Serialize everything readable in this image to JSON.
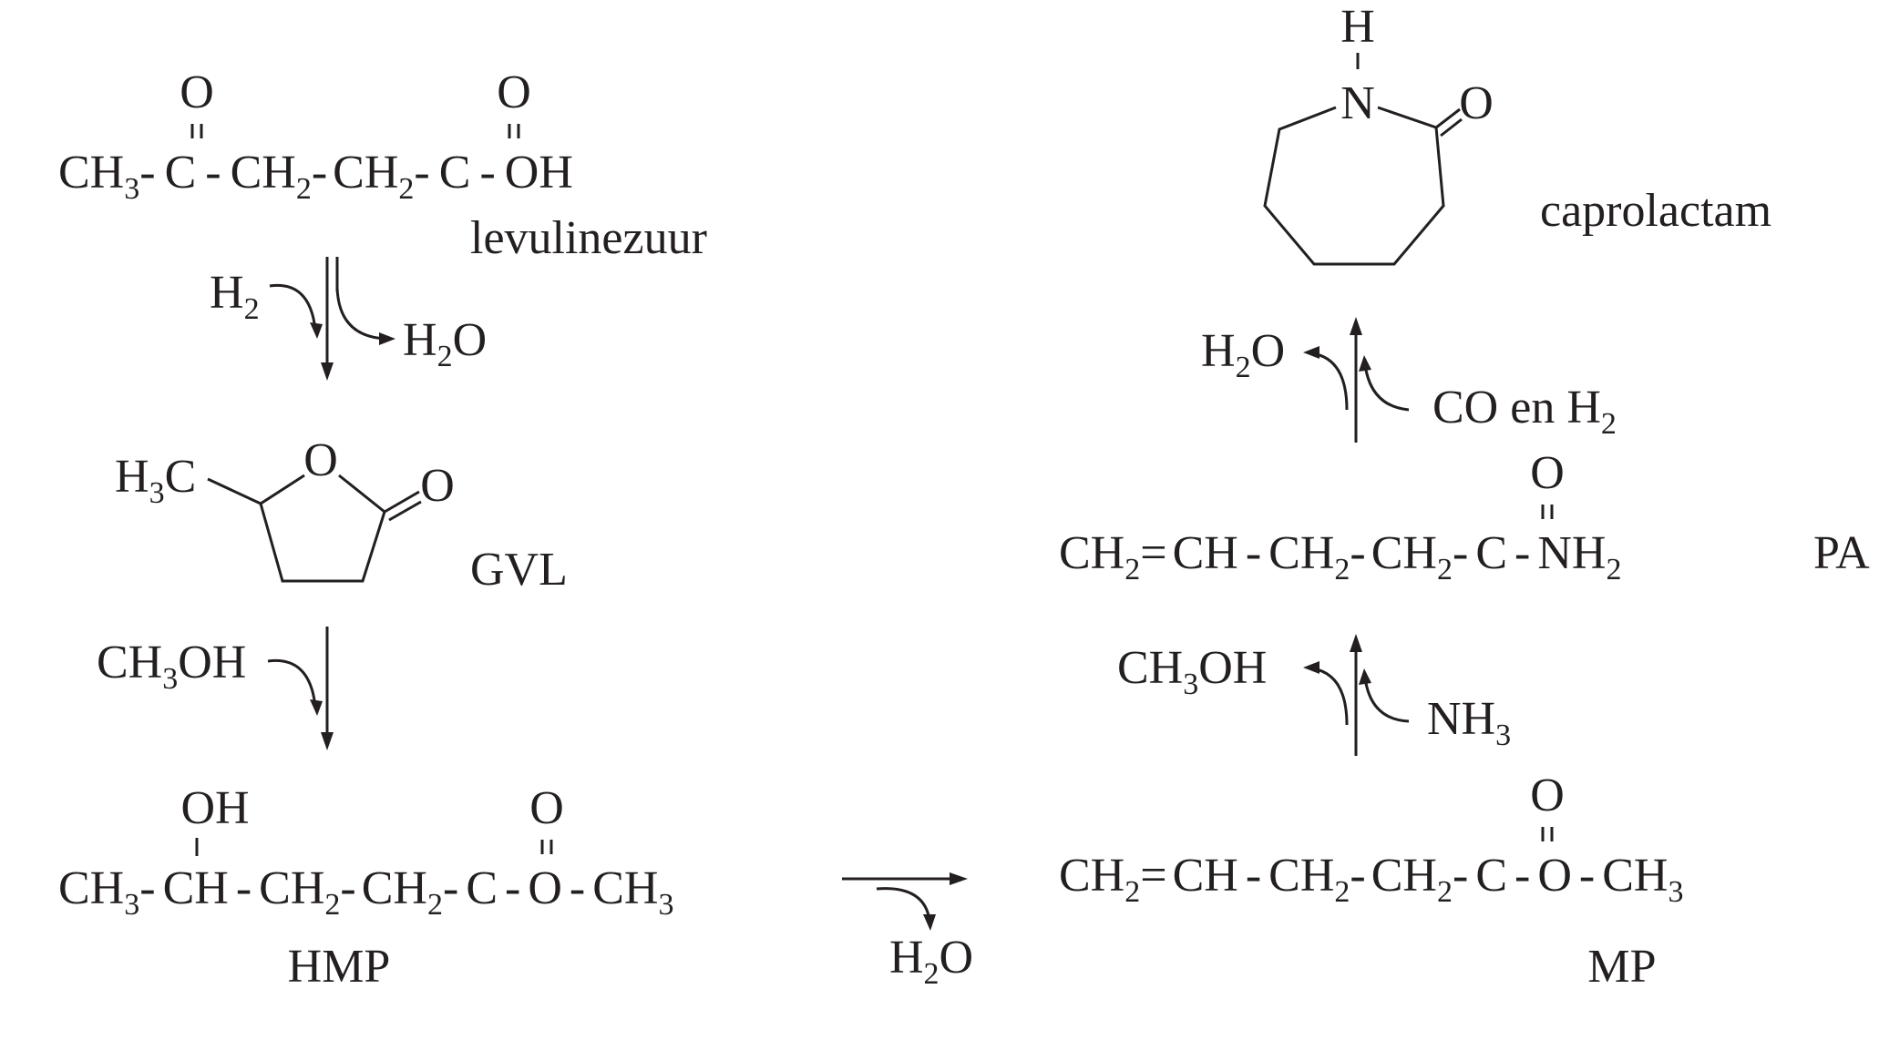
{
  "levulinezuur": {
    "name": "levulinezuur",
    "chain": [
      "CH",
      "3",
      "-",
      "C",
      "-",
      "CH",
      "2",
      "-",
      "CH",
      "2",
      "-",
      "C",
      "-",
      "OH"
    ],
    "keto_o": "O",
    "acid_o": "O"
  },
  "step1": {
    "reagent_in": "H",
    "reagent_in_sub": "2",
    "product_out": "H",
    "product_out_sub": "2",
    "product_out_tail": "O"
  },
  "gvl": {
    "name": "GVL",
    "methyl": "H",
    "methyl_sub": "3",
    "methyl_tail": "C",
    "ring_o": "O",
    "carbonyl_o": "O"
  },
  "step2": {
    "reagent_in": "CH",
    "reagent_in_sub": "3",
    "reagent_in_tail": "OH"
  },
  "hmp": {
    "name": "HMP",
    "oh": "OH",
    "ester_o": "O",
    "chain": [
      "CH",
      "3",
      "-",
      "CH",
      "-",
      "CH",
      "2",
      "-",
      "CH",
      "2",
      "-",
      "C",
      "-",
      "O",
      "-",
      "CH",
      "3"
    ]
  },
  "step3": {
    "product_out": "H",
    "product_out_sub": "2",
    "product_out_tail": "O"
  },
  "mp": {
    "name": "MP",
    "carbonyl_o": "O",
    "chain": [
      "CH",
      "2",
      "=",
      "CH",
      "-",
      "CH",
      "2",
      "-",
      "CH",
      "2",
      "-",
      "C",
      "-",
      "O",
      "-",
      "CH",
      "3"
    ]
  },
  "step4": {
    "reagent_in": "NH",
    "reagent_in_sub": "3",
    "product_out": "CH",
    "product_out_sub": "3",
    "product_out_tail": "OH"
  },
  "pa": {
    "name": "PA",
    "carbonyl_o": "O",
    "chain": [
      "CH",
      "2",
      "=",
      "CH",
      "-",
      "CH",
      "2",
      "-",
      "CH",
      "2",
      "-",
      "C",
      "-",
      "NH",
      "2"
    ]
  },
  "step5": {
    "reagent_in": "CO en H",
    "reagent_in_sub": "2",
    "product_out": "H",
    "product_out_sub": "2",
    "product_out_tail": "O"
  },
  "caprolactam": {
    "name": "caprolactam",
    "h": "H",
    "n": "N",
    "o": "O"
  }
}
